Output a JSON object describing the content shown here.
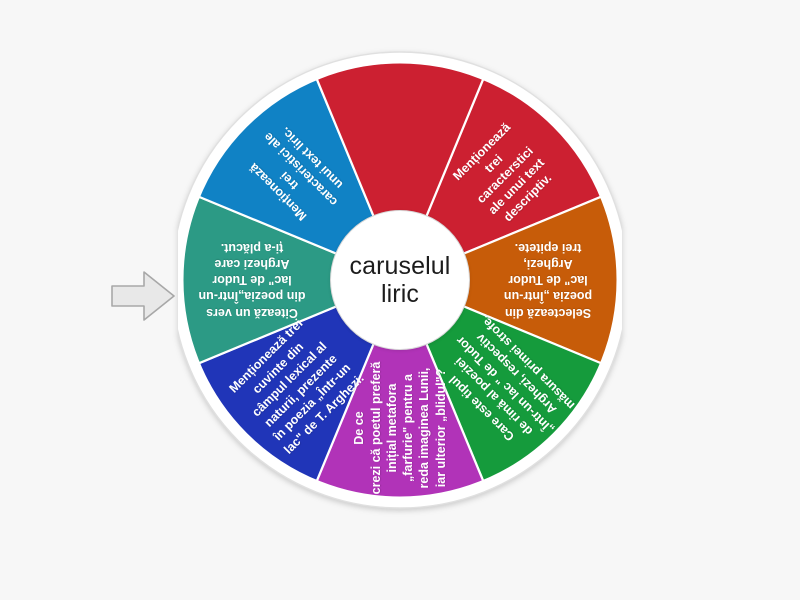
{
  "background_color": "#f7f7f7",
  "pointer": {
    "name": "spin-pointer",
    "direction": "right",
    "fill_color": "#e8e8e8",
    "stroke_color": "#a8a8a8"
  },
  "wheel": {
    "center_label": "caruselul\nliric",
    "hub_color": "#ffffff",
    "hub_text_color": "#1c1c1c",
    "rim_color": "#ffffff",
    "segment_count": 8,
    "segments": [
      {
        "index": 0,
        "label": "Menționează\ntrei\ncaracterstici\nale unui text\ndescriptiv.",
        "color": "#cc2031",
        "color_name": "red",
        "start_angle": -67.5,
        "end_angle": -22.5,
        "text_upside_down": false
      },
      {
        "index": 1,
        "label": "Selectează din\npoezia „Într-un\nlac\" de Tudor\nArghezi,\ntrei epitete.",
        "color": "#c75c09",
        "color_name": "orange",
        "start_angle": -22.5,
        "end_angle": 22.5,
        "text_upside_down": true
      },
      {
        "index": 2,
        "label": "Care este tipul\nde rimă al poeziei\n„Într-un lac \" de Tudor\nArghezi, respectiv\nmăsura primei strofe.",
        "color": "#159b3c",
        "color_name": "green",
        "start_angle": 22.5,
        "end_angle": 67.5,
        "text_upside_down": true
      },
      {
        "index": 3,
        "label": "De ce\ncrezi că poetul preferă\ninițial metafora\n„farfurie\" pentru a\nreda imaginea Lunii,\niar ulterior „blidul\"?",
        "color": "#b133b8",
        "color_name": "purple",
        "start_angle": 67.5,
        "end_angle": 112.5,
        "text_upside_down": true
      },
      {
        "index": 4,
        "label": "Menționează trei\ncuvinte din\ncâmpul lexical al\nnaturii, prezente\nîn poezia „Într-un\nlac\" de T. Arghezi.",
        "color": "#2035b8",
        "color_name": "dark-blue",
        "start_angle": 112.5,
        "end_angle": 157.5,
        "text_upside_down": true
      },
      {
        "index": 5,
        "label": "Citează un vers\ndin poezia„Într-un\nlac\" de Tudor\nArghezi care\nți-a plăcut.",
        "color": "#2c9a85",
        "color_name": "teal",
        "start_angle": 157.5,
        "end_angle": 202.5,
        "text_upside_down": false
      },
      {
        "index": 6,
        "label": "Menționează\ntrei\ncaracteristici ale\nunui text liric.",
        "color": "#1082c5",
        "color_name": "light-blue",
        "start_angle": 202.5,
        "end_angle": 247.5,
        "text_upside_down": false
      },
      {
        "index": 7,
        "label": "",
        "color": "#cc2031",
        "color_name": "red-hidden",
        "start_angle": 247.5,
        "end_angle": 292.5,
        "text_upside_down": false
      }
    ]
  }
}
